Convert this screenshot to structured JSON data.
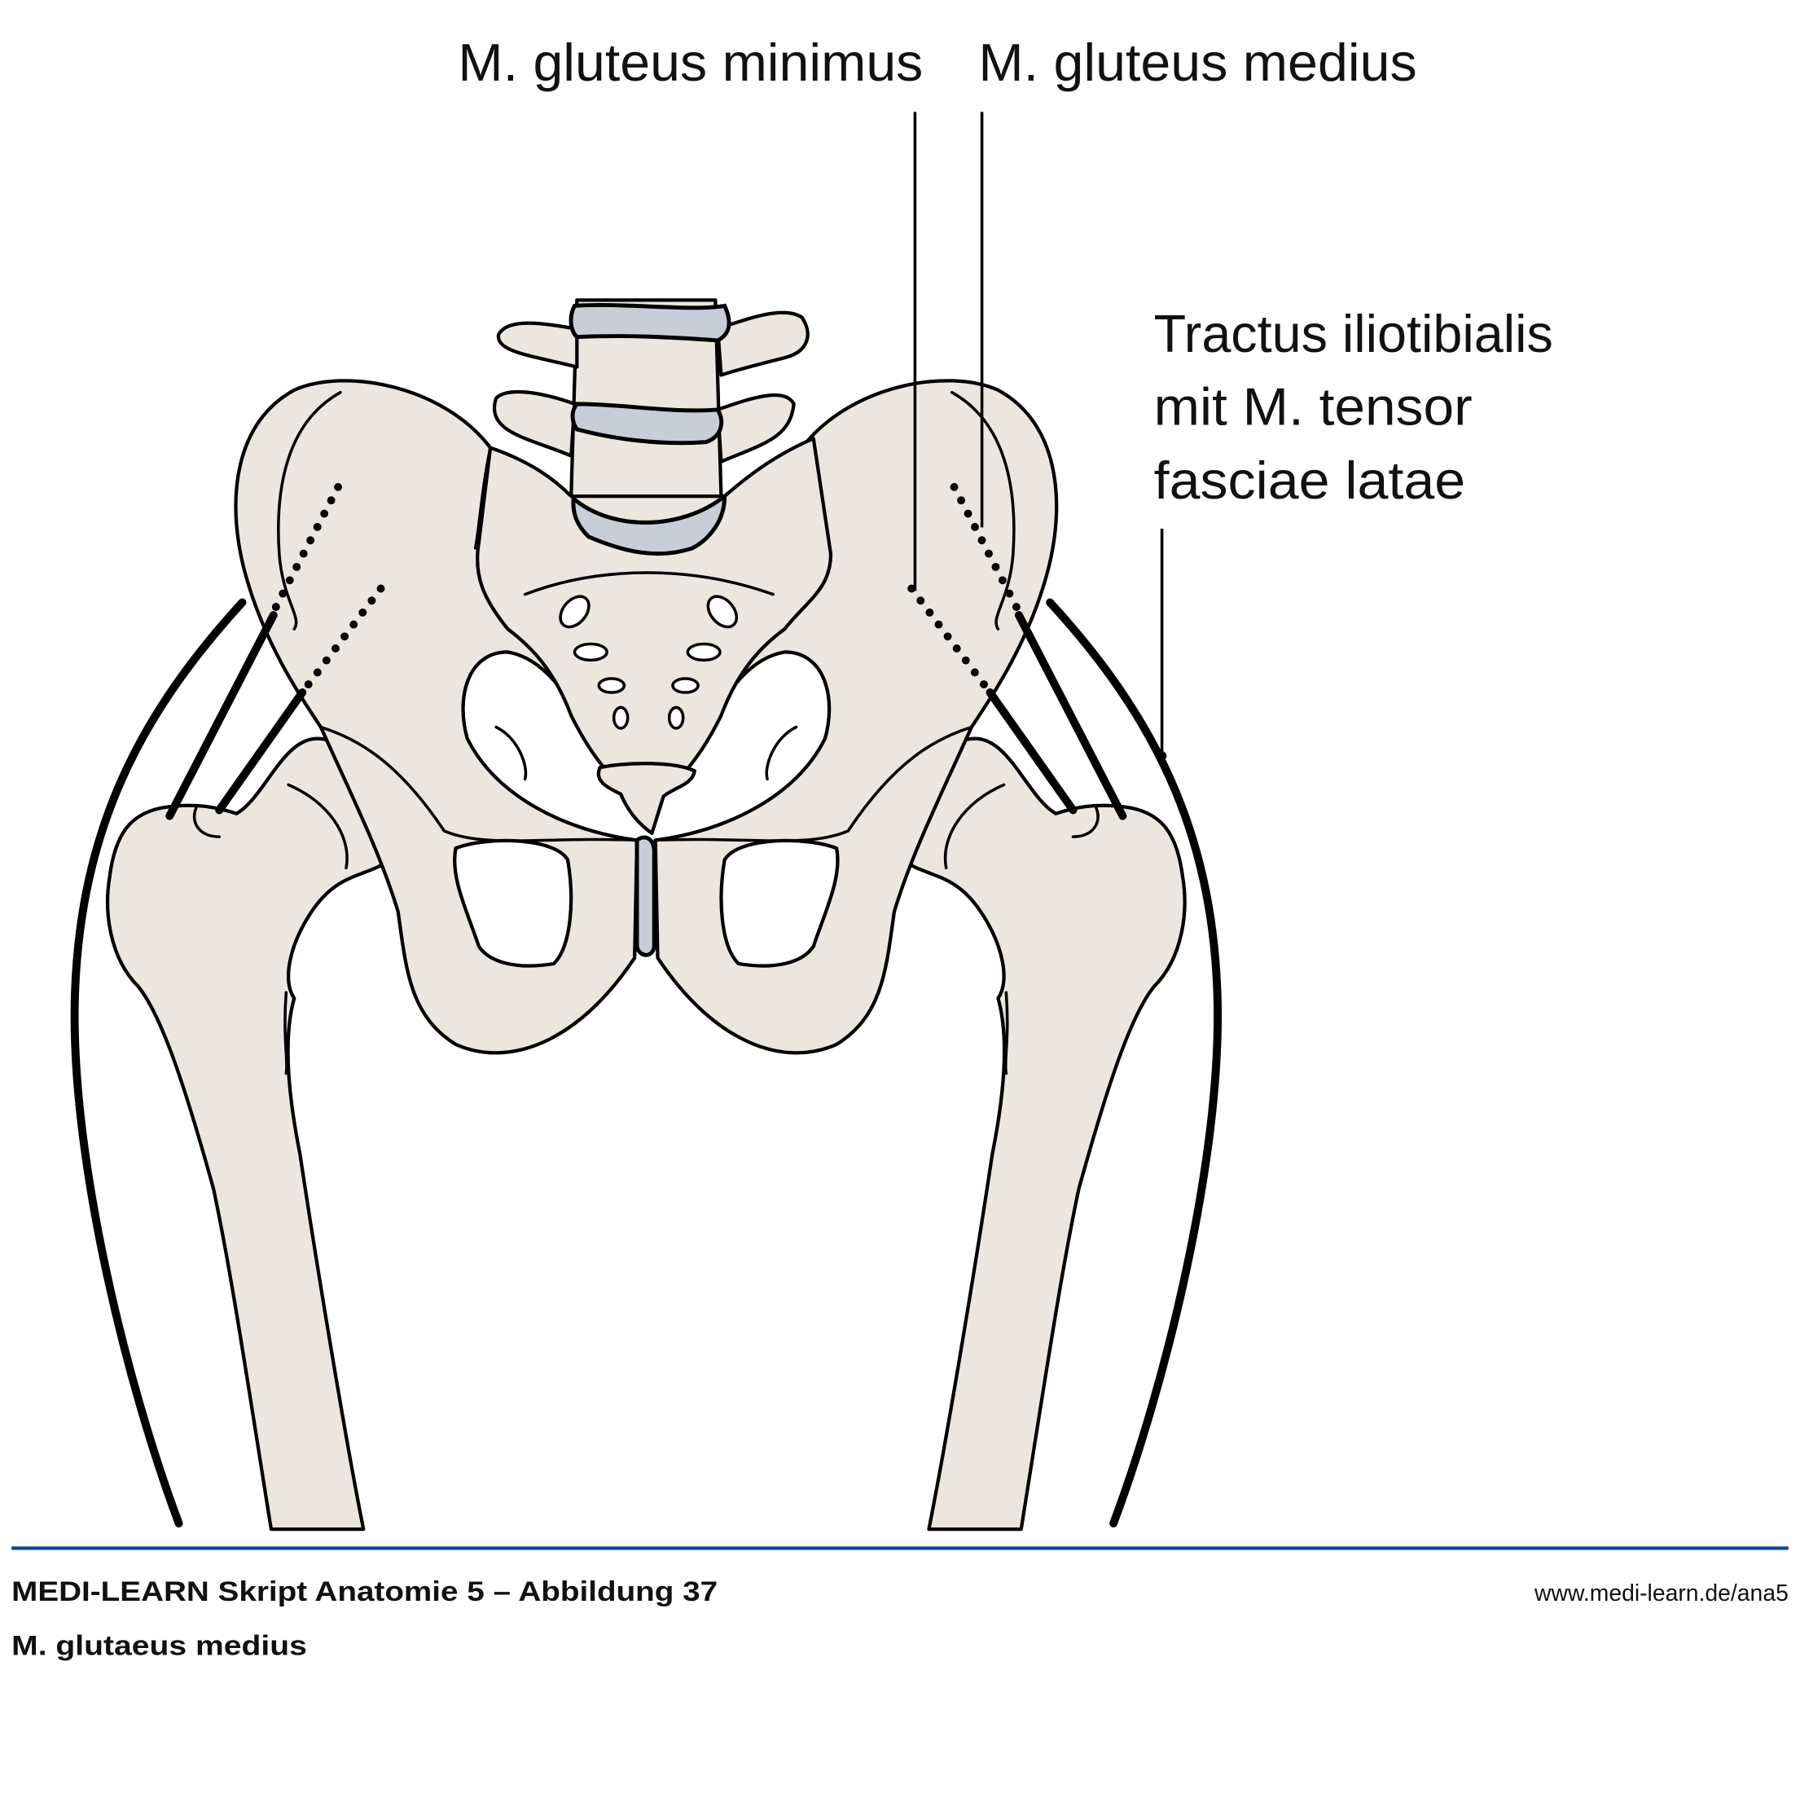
{
  "labels": {
    "gluteus_minimus": "M. gluteus minimus",
    "gluteus_medius": "M. gluteus medius",
    "tractus_line1": "Tractus iliotibialis",
    "tractus_line2": "mit M. tensor",
    "tractus_line3": "fasciae latae"
  },
  "footer": {
    "title": "MEDI-LEARN Skript Anatomie 5 – Abbildung 37",
    "url": "www.medi-learn.de/ana5",
    "subtitle": "M. glutaeus medius"
  },
  "colors": {
    "bone": "#ebe6de",
    "disc": "#c8cdd8",
    "rule": "#0a4a8a"
  }
}
